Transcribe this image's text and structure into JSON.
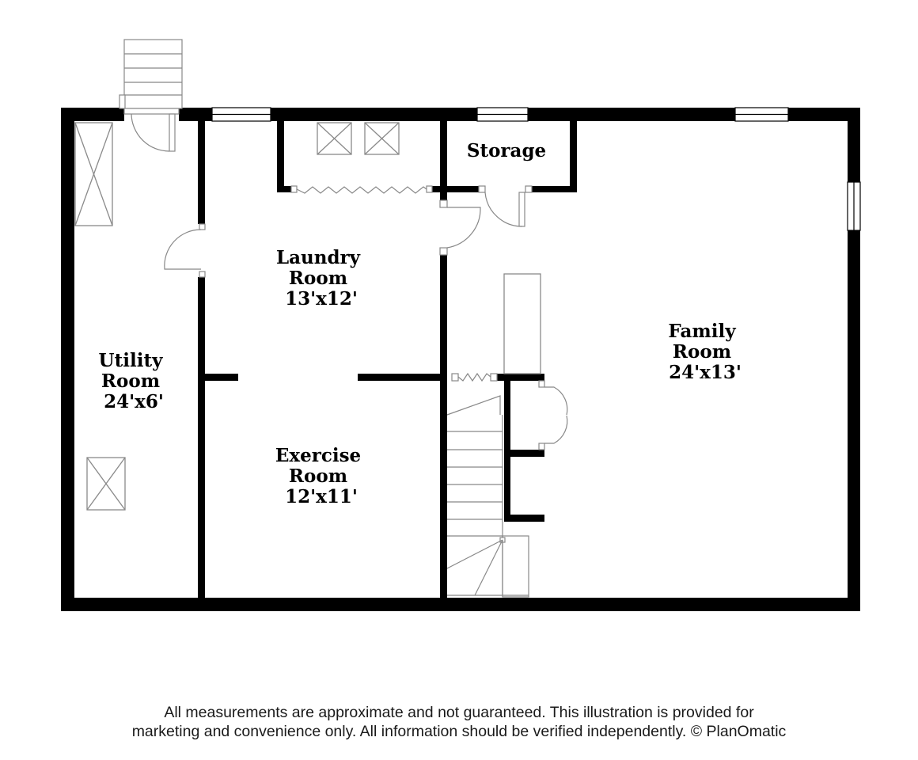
{
  "plan": {
    "rooms": [
      {
        "id": "storage",
        "lines": [
          "Storage"
        ]
      },
      {
        "id": "laundry",
        "lines": [
          "Laundry",
          "Room",
          "13'x12'"
        ]
      },
      {
        "id": "utility",
        "lines": [
          "Utility",
          "Room",
          "24'x6'"
        ]
      },
      {
        "id": "family",
        "lines": [
          "Family",
          "Room",
          "24'x13'"
        ]
      },
      {
        "id": "exercise",
        "lines": [
          "Exercise",
          "Room",
          "12'x11'"
        ]
      }
    ],
    "colors": {
      "wall": "#000000",
      "fixture_stroke": "#8a8a8a",
      "background": "#ffffff"
    }
  },
  "disclaimer": {
    "line1": "All measurements are approximate and not guaranteed. This illustration is provided for",
    "line2": "marketing and convenience only. All information should be verified independently. © PlanOmatic"
  }
}
